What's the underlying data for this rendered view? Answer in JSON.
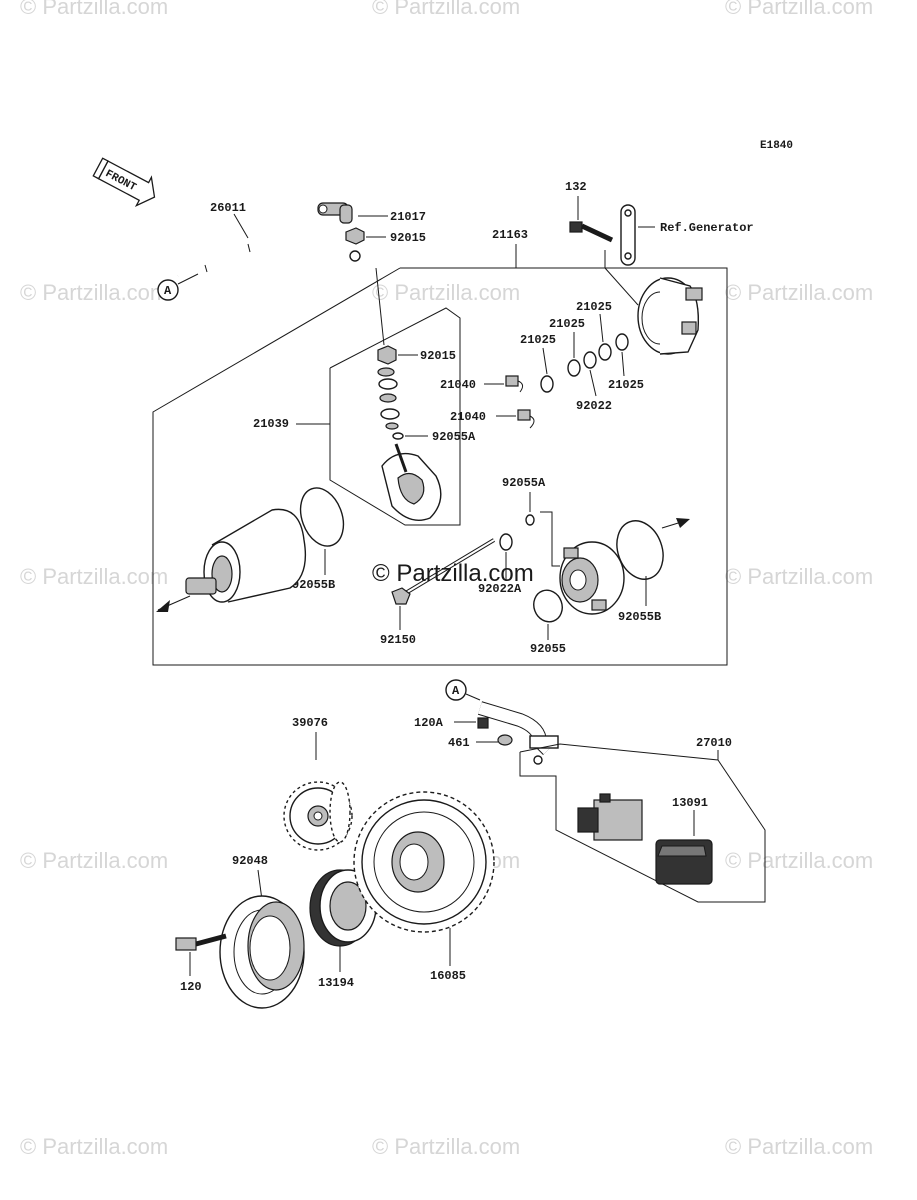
{
  "watermark": {
    "text": "© Partzilla.com",
    "center_text": "© Partzilla.com"
  },
  "diagram_code": "E1840",
  "front_arrow_label": "FRONT",
  "reference_markers": {
    "a1": "A",
    "a2": "A"
  },
  "ref_generator": "Ref.Generator",
  "parts": {
    "p26011": "26011",
    "p21017": "21017",
    "p92015_top": "92015",
    "p21163": "21163",
    "p132": "132",
    "p21025_a": "21025",
    "p21025_b": "21025",
    "p21025_c": "21025",
    "p21025_d": "21025",
    "p92022": "92022",
    "p92015_mid": "92015",
    "p21040_a": "21040",
    "p21040_b": "21040",
    "p92055a_a": "92055A",
    "p92055a_b": "92055A",
    "p21039": "21039",
    "p92055b_a": "92055B",
    "p92022a": "92022A",
    "p92055b_b": "92055B",
    "p92150": "92150",
    "p92055": "92055",
    "p120a": "120A",
    "p461": "461",
    "p27010": "27010",
    "p39076": "39076",
    "p13091": "13091",
    "p92048": "92048",
    "p120": "120",
    "p13194": "13194",
    "p16085": "16085"
  }
}
